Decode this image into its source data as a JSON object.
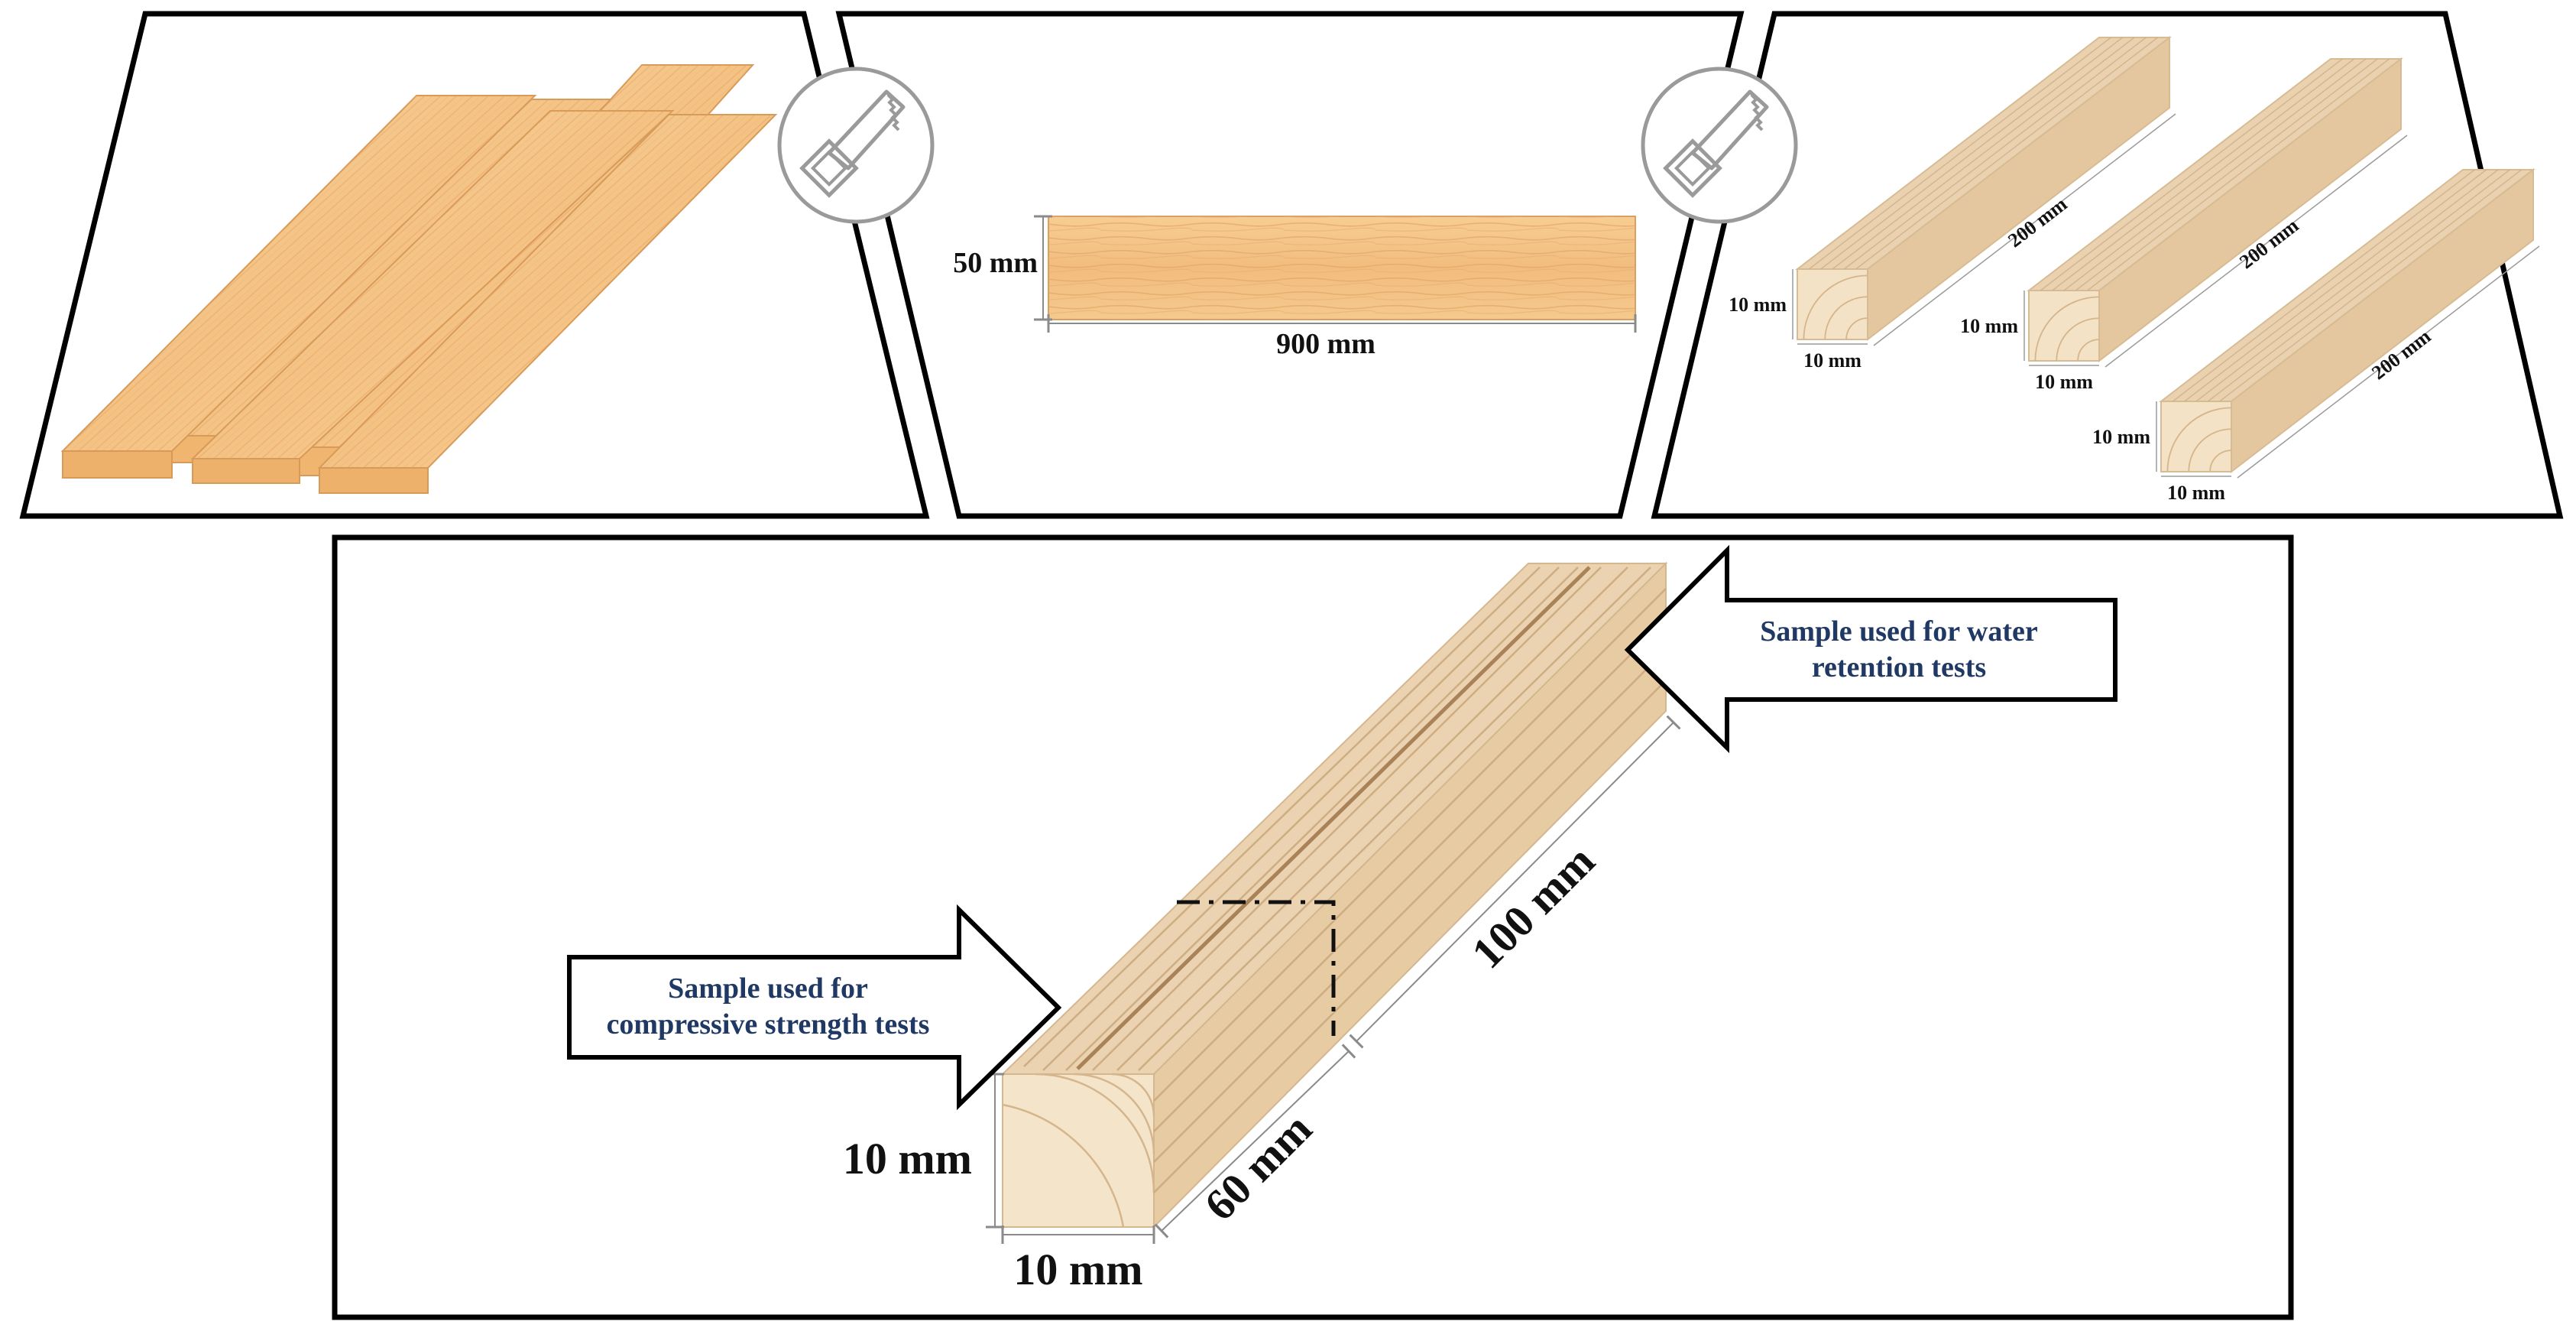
{
  "colors": {
    "panel_border": "#000000",
    "plank_light": "#f8cf95",
    "plank_mid": "#efb774",
    "plank_dark": "#e09a55",
    "stick_top": "#ead2b0",
    "stick_side": "#e4c79e",
    "stick_end": "#f3e2c6",
    "grain": "#c79d6c",
    "saw_circle": "#9a9a9a",
    "arrow_text": "#1f3864"
  },
  "icons": [
    "saw-icon",
    "saw-icon"
  ],
  "panel_beam": {
    "height_label": "50 mm",
    "length_label": "900 mm"
  },
  "panel_sticks": {
    "sticks": [
      {
        "length_label": "200 mm",
        "height_label": "10 mm",
        "width_label": "10 mm"
      },
      {
        "length_label": "200 mm",
        "height_label": "10 mm",
        "width_label": "10 mm"
      },
      {
        "length_label": "200 mm",
        "height_label": "10 mm",
        "width_label": "10 mm"
      }
    ]
  },
  "panel_detail": {
    "water_arrow_line1": "Sample used for water",
    "water_arrow_line2": "retention tests",
    "compress_arrow_line1": "Sample used for",
    "compress_arrow_line2": "compressive strength tests",
    "length_100": "100 mm",
    "length_60": "60 mm",
    "height_label": "10 mm",
    "width_label": "10 mm"
  }
}
